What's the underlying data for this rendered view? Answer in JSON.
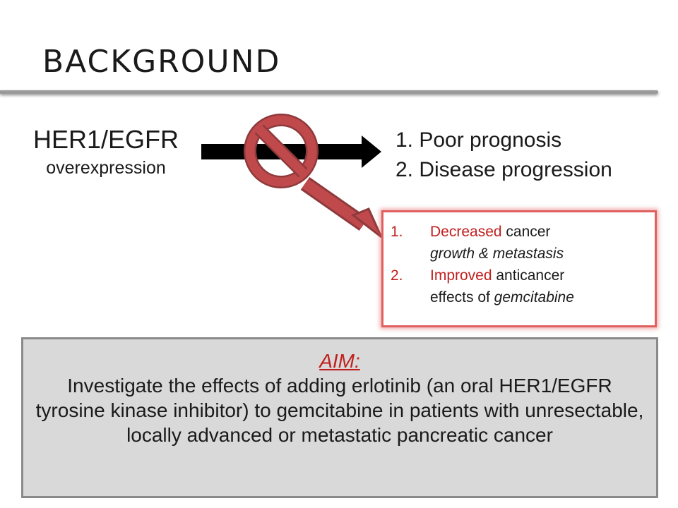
{
  "slide": {
    "title": "BACKGROUND"
  },
  "left_term": {
    "main": "HER1/EGFR",
    "sub": "overexpression"
  },
  "outcomes": [
    "1. Poor prognosis",
    "2. Disease progression"
  ],
  "effects": [
    {
      "num": "1.",
      "red": "Decreased",
      "rest1": " cancer",
      "line2": "growth & metastasis"
    },
    {
      "num": "2.",
      "red": "Improved",
      "rest1": " anticancer",
      "line2a": "effects of ",
      "line2b": "gemcitabine"
    }
  ],
  "aim": {
    "heading": "AIM:",
    "text": "Investigate the effects of adding erlotinib (an oral HER1/EGFR tyrosine kinase inhibitor) to gemcitabine in patients with unresectable, locally advanced or metastatic pancreatic cancer"
  },
  "colors": {
    "accent_red": "#c0201f",
    "prohibit_fill": "#b5484a",
    "arrow": "#000000"
  },
  "icons": {
    "prohibit": "no-entry-icon",
    "arrow": "right-arrow-icon"
  }
}
